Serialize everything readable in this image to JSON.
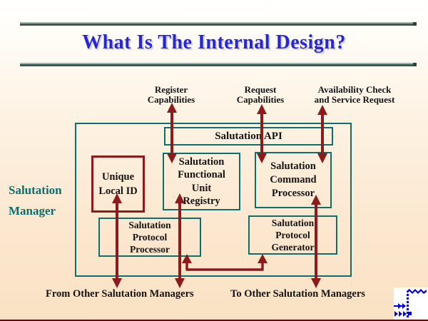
{
  "slide": {
    "title": "What Is The Internal Design?",
    "top_labels": {
      "register": "Register\nCapabilities",
      "request": "Request\nCapabilities",
      "availability": "Availability Check\nand Service Request"
    },
    "boxes": {
      "api": "Salutation API",
      "unique_local_id": "Unique\nLocal ID",
      "functional_unit_registry": "Salutation\nFunctional\nUnit\nRegistry",
      "command_processor": "Salutation\nCommand\nProcessor",
      "protocol_processor": "Salutation\nProtocol\nProcessor",
      "protocol_generator": "Salutation\nProtocol\nGenerator"
    },
    "side_label": "Salutation\nManager",
    "bottom_labels": {
      "from": "From Other Salutation Managers",
      "to": "To Other Salutation Managers"
    },
    "icons": {
      "footer_logo": "salutation-pixel-logo"
    },
    "colors": {
      "title_blue": "#2626d4",
      "diagram_teal": "#0d6e6e",
      "arrow_maroon": "#8e1b1b",
      "background_peach": "#fae1c3",
      "logo_blue": "#0000dd",
      "bottom_line_maroon": "#5a0e0e"
    }
  }
}
